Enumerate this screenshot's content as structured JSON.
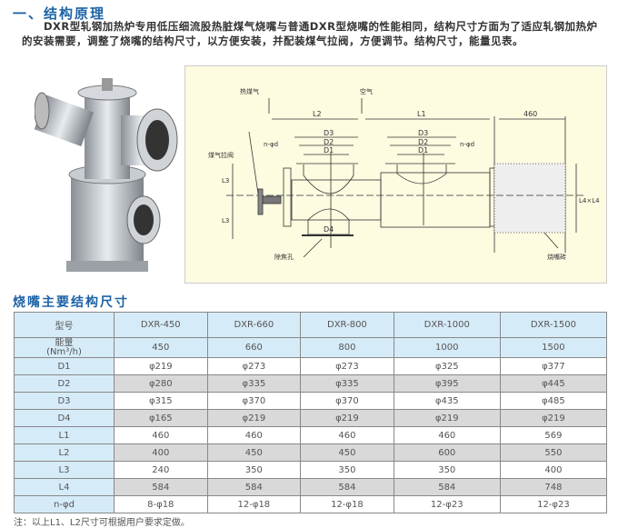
{
  "section1": {
    "title": "一、结构原理",
    "body": "DXR型轧钢加热炉专用低压细流股热脏煤气烧嘴与普通DXR型烧嘴的性能相同，结构尺寸方面为了适应轧钢加热炉的安装需要，调整了烧嘴的结构尺寸，以方便安装，并配装煤气拉阀，方便调节。结构尺寸，能量见表。"
  },
  "diagram": {
    "hot_gas": "热煤气",
    "air": "空气",
    "gas_valve": "煤气拉阀",
    "coke_hole": "除焦孔",
    "burner_brick": "烧嘴砖",
    "L1": "L1",
    "L2": "L2",
    "L3": "L3",
    "L4xL4": "L4×L4",
    "D1": "D1",
    "D2": "D2",
    "D3": "D3",
    "D4": "D4",
    "n_d": "n-φd",
    "dim460": "460"
  },
  "section2": {
    "title": "烧嘴主要结构尺寸"
  },
  "table": {
    "header": [
      "型号",
      "DXR-450",
      "DXR-660",
      "DXR-800",
      "DXR-1000",
      "DXR-1500"
    ],
    "energy": {
      "label": "能量",
      "unit": "(Nm³/h)",
      "values": [
        "450",
        "660",
        "800",
        "1000",
        "1500"
      ]
    },
    "rows": [
      {
        "label": "D1",
        "values": [
          "φ219",
          "φ273",
          "φ273",
          "φ325",
          "φ377"
        ]
      },
      {
        "label": "D2",
        "values": [
          "φ280",
          "φ335",
          "φ335",
          "φ395",
          "φ445"
        ]
      },
      {
        "label": "D3",
        "values": [
          "φ315",
          "φ370",
          "φ370",
          "φ435",
          "φ485"
        ]
      },
      {
        "label": "D4",
        "values": [
          "φ165",
          "φ219",
          "φ219",
          "φ219",
          "φ219"
        ]
      },
      {
        "label": "L1",
        "values": [
          "460",
          "460",
          "460",
          "460",
          "569"
        ]
      },
      {
        "label": "L2",
        "values": [
          "400",
          "450",
          "450",
          "600",
          "550"
        ]
      },
      {
        "label": "L3",
        "values": [
          "240",
          "350",
          "350",
          "350",
          "400"
        ]
      },
      {
        "label": "L4",
        "values": [
          "584",
          "584",
          "584",
          "584",
          "748"
        ]
      },
      {
        "label": "n-φd",
        "values": [
          "8-φ18",
          "12-φ18",
          "12-φ18",
          "12-φ23",
          "12-φ23"
        ]
      }
    ]
  },
  "note": "注：以上L1、L2尺寸可根据用户要求定做。"
}
